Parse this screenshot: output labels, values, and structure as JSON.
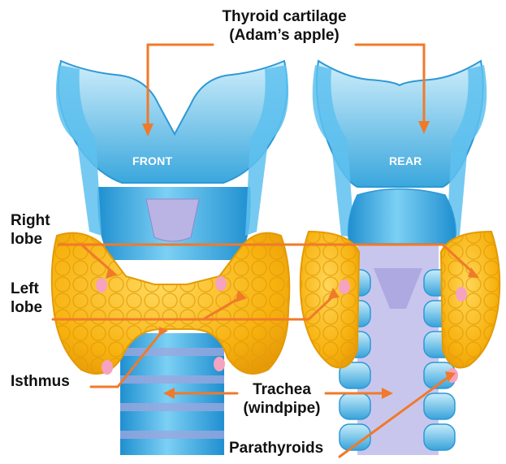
{
  "labels": {
    "thyroid_cartilage_line1": "Thyroid cartilage",
    "thyroid_cartilage_line2": "(Adam’s apple)",
    "front": "FRONT",
    "rear": "REAR",
    "right_lobe_line1": "Right",
    "right_lobe_line2": "lobe",
    "left_lobe_line1": "Left",
    "left_lobe_line2": "lobe",
    "isthmus": "Isthmus",
    "trachea_line1": "Trachea",
    "trachea_line2": "(windpipe)",
    "parathyroids": "Parathyroids"
  },
  "colors": {
    "leader_line": "#f07a2a",
    "cartilage": "#3fb0e6",
    "cartilage_light": "#bfe6f8",
    "thyroid_gland": "#f7b20f",
    "parathyroid": "#f5a3c0",
    "trachea_ring": "#7fcdee",
    "membrane": "#b9b4e3"
  }
}
